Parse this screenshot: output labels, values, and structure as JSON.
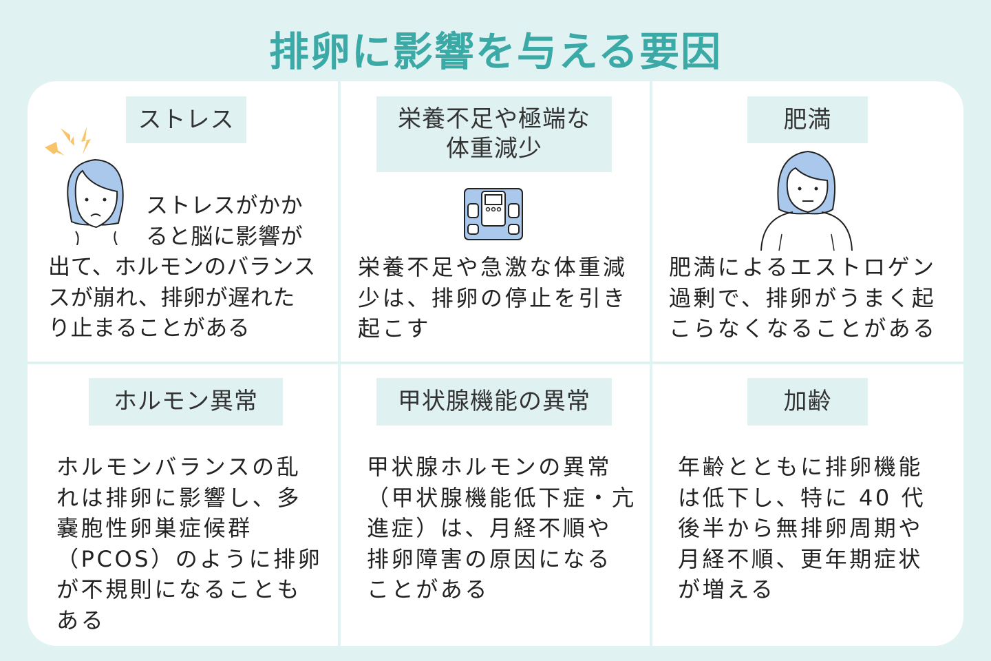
{
  "title": "排卵に影響を与える要因",
  "colors": {
    "accent": "#3ba9a5",
    "background": "#e0f2f2",
    "label_bg": "#dff1f1",
    "hair": "#aac8ec"
  },
  "cells": [
    {
      "label": [
        "ストレス"
      ],
      "icon": "stressed-woman-illustration",
      "lines": [
        "ストレスがかか",
        "ると脳に影響が",
        "出て、ホルモンのバランス",
        "スが崩れ、排卵が遅れた",
        "り止まることがある"
      ]
    },
    {
      "label": [
        "栄養不足や極端な",
        "体重減少"
      ],
      "icon": "body-scale-icon",
      "lines": [
        "栄養不足や急激な体重減",
        "少は、排卵の停止を引き",
        "起こす"
      ]
    },
    {
      "label": [
        "肥満"
      ],
      "icon": "overweight-woman-illustration",
      "lines": [
        "肥満によるエストロゲン",
        "過剰で、排卵がうまく起",
        "こらなくなることがある"
      ]
    },
    {
      "label": [
        "ホルモン異常"
      ],
      "lines": [
        "ホルモンバランスの乱",
        "れは排卵に影響し、多",
        "嚢胞性卵巣症候群",
        "（PCOS）のように排卵",
        "が不規則になることも",
        "ある"
      ]
    },
    {
      "label": [
        "甲状腺機能の異常"
      ],
      "lines": [
        "甲状腺ホルモンの異常",
        "（甲状腺機能低下症・亢",
        "進症）は、月経不順や",
        "排卵障害の原因になる",
        "ことがある"
      ]
    },
    {
      "label": [
        "加齢"
      ],
      "lines": [
        "年齢とともに排卵機能",
        "は低下し、特に 40 代",
        "後半から無排卵周期や",
        "月経不順、更年期症状",
        "が増える"
      ]
    }
  ]
}
